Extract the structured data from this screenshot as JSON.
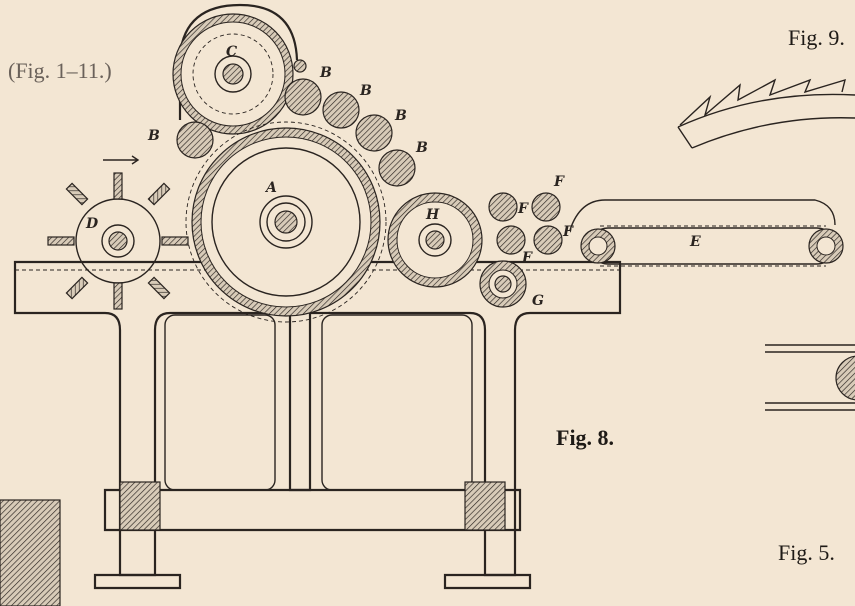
{
  "captions": {
    "fig_range": "(Fig. 1–11.)",
    "fig9": "Fig. 9.",
    "fig8": "Fig. 8.",
    "fig5": "Fig. 5."
  },
  "labels": {
    "A": "A",
    "B": [
      "B",
      "B",
      "B",
      "B",
      "B"
    ],
    "C": "C",
    "D": "D",
    "E": "E",
    "F": [
      "F",
      "F",
      "F",
      "F"
    ],
    "G": "G",
    "H": "H"
  },
  "colors": {
    "paper": "#f3e6d3",
    "ink": "#2a2420"
  }
}
